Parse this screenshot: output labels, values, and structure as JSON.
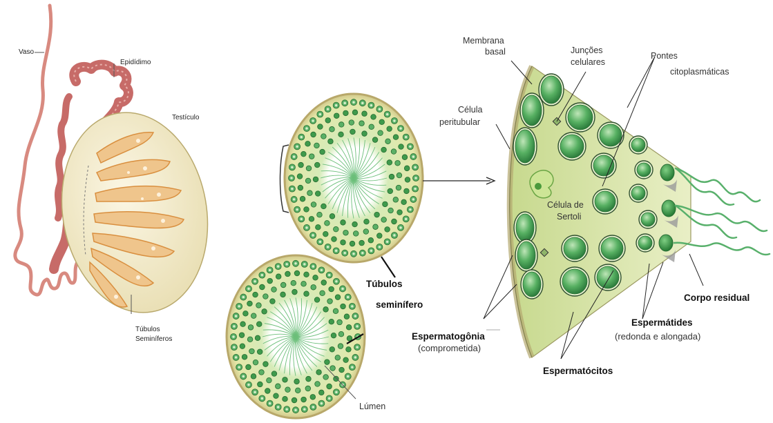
{
  "labels": {
    "vaso": "Vaso",
    "epididimo": "Epidídimo",
    "testiculo": "Testículo",
    "tubulos_seminiferos_1": "Túbulos",
    "tubulos_seminiferos_2": "Seminíferos",
    "membrana_basal_1": "Membrana",
    "membrana_basal_2": "basal",
    "juncoes_1": "Junções",
    "juncoes_2": "celulares",
    "pontes_1": "Pontes",
    "pontes_2": "citoplasmáticas",
    "celula_peritubular_1": "Célula",
    "celula_peritubular_2": "peritubular",
    "celula_sertoli_1": "Célula de",
    "celula_sertoli_2": "Sertoli",
    "tubulos_seminifero_1": "Túbulos",
    "tubulos_seminifero_2": "seminífero",
    "espermatogonia": "Espermatogônia",
    "espermatogonia_sub": "(comprometida)",
    "espermatocitos": "Espermatócitos",
    "espermatides": "Espermátides",
    "espermatides_sub": "(redonda e alongada)",
    "corpo_residual": "Corpo residual",
    "lumen": "Lúmen"
  },
  "colors": {
    "vessel": "#d88a80",
    "epididymis": "#c76b68",
    "testis_fill": "#f3ecd0",
    "lobule": "#e9a75c",
    "tubule_wall": "#d9d59a",
    "cell_green": "#3d9a4f",
    "cell_light": "#9fd39e",
    "wedge_fill": "#d9e6a6"
  }
}
